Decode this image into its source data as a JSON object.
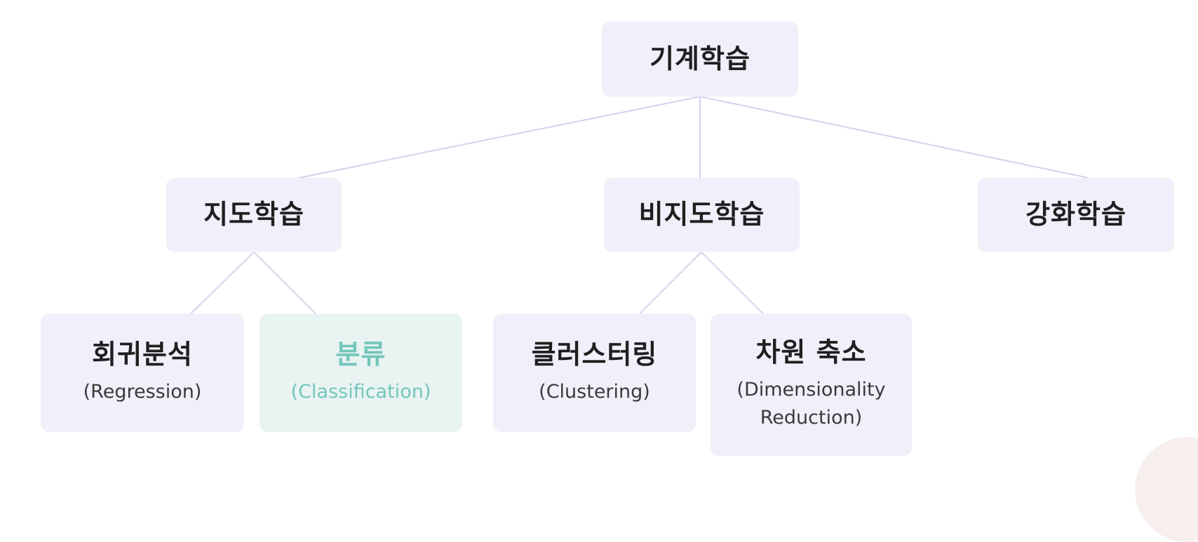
{
  "diagram": {
    "root": {
      "title": "기계학습"
    },
    "categories": {
      "supervised": {
        "title": "지도학습"
      },
      "unsupervised": {
        "title": "비지도학습"
      },
      "reinforcement": {
        "title": "강화학습"
      }
    },
    "leaves": {
      "regression": {
        "title": "회귀분석",
        "sub": "(Regression)"
      },
      "classification": {
        "title": "분류",
        "sub": "(Classification)"
      },
      "clustering": {
        "title": "클러스터링",
        "sub": "(Clustering)"
      },
      "dimensionality_reduction": {
        "title": "차원 축소",
        "sub": "(Dimensionality Reduction)"
      }
    },
    "colors": {
      "box_background": "#f1eff9",
      "highlight_background": "#e8f3f2",
      "highlight_text": "#74c6bc",
      "connector": "#d6d2ec"
    }
  }
}
